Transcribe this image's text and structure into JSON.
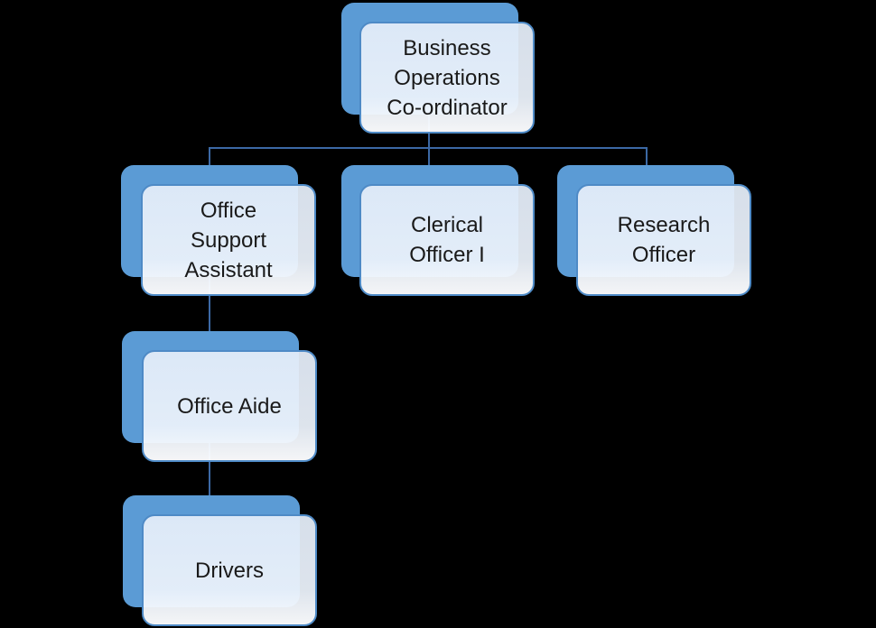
{
  "diagram": {
    "type": "org-chart",
    "colors": {
      "background": "#000000",
      "node_back_fill": "#5B9BD5",
      "node_border": "#4E8AC6",
      "connector": "#3C69A5",
      "text": "#1A1A1A"
    },
    "nodes": {
      "root": {
        "label": "Business Operations Co-ordinator"
      },
      "office_support_assistant": {
        "label": "Office Support Assistant"
      },
      "clerical_officer": {
        "label": "Clerical Officer I"
      },
      "research_officer": {
        "label": "Research Officer"
      },
      "office_aide": {
        "label": "Office Aide"
      },
      "drivers": {
        "label": "Drivers"
      }
    },
    "edges": [
      {
        "from": "root",
        "to": "office_support_assistant"
      },
      {
        "from": "root",
        "to": "clerical_officer"
      },
      {
        "from": "root",
        "to": "research_officer"
      },
      {
        "from": "office_support_assistant",
        "to": "office_aide"
      },
      {
        "from": "office_aide",
        "to": "drivers"
      }
    ]
  }
}
